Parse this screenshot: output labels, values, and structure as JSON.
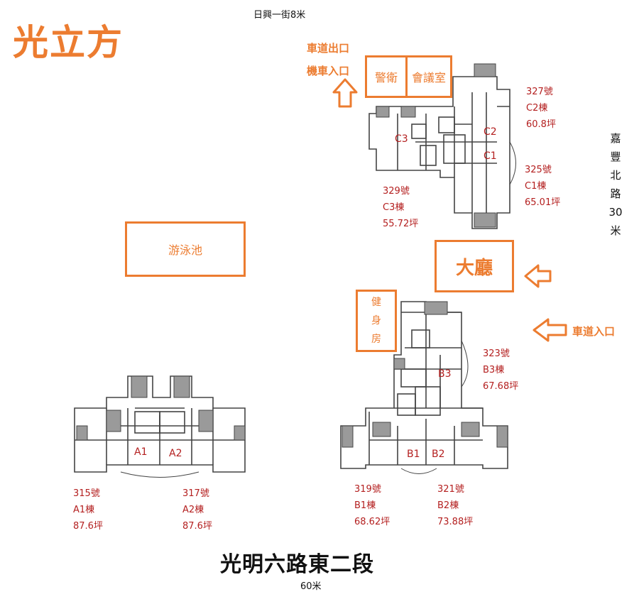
{
  "title": "光立方",
  "roads": {
    "north": "日興一街8米",
    "east_chars": [
      "嘉",
      "豐",
      "北",
      "路",
      "30",
      "米"
    ],
    "south_name": "光明六路東二段",
    "south_width": "60米"
  },
  "facilities": {
    "exit_line1": "車道出口",
    "exit_line2": "機車入口",
    "guard": "警衛",
    "meeting": "會議室",
    "pool": "游泳池",
    "lobby": "大廳",
    "gym_chars": [
      "健",
      "身",
      "房"
    ],
    "driveway_entry": "車道入口"
  },
  "units": [
    {
      "tag": "C2",
      "no": "327號",
      "bldg": "C2棟",
      "size": "60.8坪"
    },
    {
      "tag": "C1",
      "no": "325號",
      "bldg": "C1棟",
      "size": "65.01坪"
    },
    {
      "tag": "C3",
      "no": "329號",
      "bldg": "C3棟",
      "size": "55.72坪"
    },
    {
      "tag": "B3",
      "no": "323號",
      "bldg": "B3棟",
      "size": "67.68坪"
    },
    {
      "tag": "A1",
      "no": "315號",
      "bldg": "A1棟",
      "size": "87.6坪"
    },
    {
      "tag": "A2",
      "no": "317號",
      "bldg": "A2棟",
      "size": "87.6坪"
    },
    {
      "tag": "B1",
      "no": "319號",
      "bldg": "B1棟",
      "size": "68.62坪"
    },
    {
      "tag": "B2",
      "no": "321號",
      "bldg": "B2棟",
      "size": "73.88坪"
    }
  ],
  "colors": {
    "accent": "#ec7c30",
    "unit_text": "#b42020",
    "plan_line": "#444444"
  }
}
